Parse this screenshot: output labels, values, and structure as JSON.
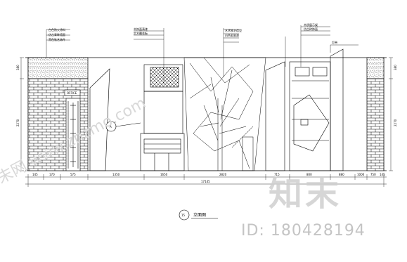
{
  "drawing": {
    "title": "立面图",
    "index_number": "15",
    "door_sign": "OFFICE",
    "detail_callout": "A",
    "dim_bottom": [
      "145",
      "170",
      "575",
      "1350",
      "1650",
      "2820",
      "715",
      "800",
      "880",
      "1000",
      "750",
      "145"
    ],
    "dim_total": "17145",
    "dim_left": [
      "380",
      "2270"
    ],
    "dim_right": [
      "380",
      "2270"
    ],
    "annotations_top": [
      {
        "text": "白色防火涂料"
      },
      {
        "text": "仿古青砖墙面"
      },
      {
        "text": "黑色铁艺饰件"
      },
      {
        "text": "木饰面清漆"
      },
      {
        "text": "实木雕花板"
      },
      {
        "text": "艺术铁艺造型"
      },
      {
        "text": "白色乳胶漆"
      },
      {
        "text": "木质展示架"
      },
      {
        "text": "仿古砖饰面"
      },
      {
        "text": "灯带"
      }
    ]
  },
  "watermarks": {
    "logo": "知末",
    "id_text": "ID: 180428194",
    "diagonal": "知末网 www.znzmo.com"
  },
  "colors": {
    "line": "#000000",
    "watermark": "#cccccc"
  }
}
